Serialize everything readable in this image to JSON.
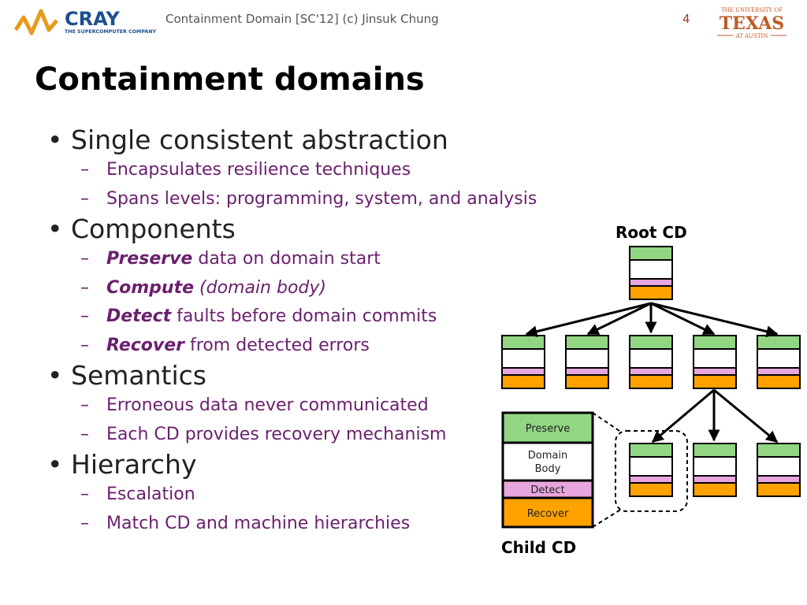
{
  "header": {
    "org_name": "CRAY",
    "org_tagline": "THE SUPERCOMPUTER COMPANY",
    "title": "Containment Domain [SC'12] (c) Jinsuk Chung",
    "page_number": "4",
    "university": {
      "line1": "THE UNIVERSITY OF",
      "line2": "TEXAS",
      "line3": "AT AUSTIN"
    }
  },
  "slide": {
    "title": "Containment domains",
    "bullets": [
      {
        "text": "Single consistent abstraction",
        "sub": [
          "Encapsulates resilience techniques",
          "Spans levels: programming, system, and analysis"
        ]
      },
      {
        "text": "Components",
        "sub": [
          {
            "kw": "Preserve",
            "rest": " data on domain start"
          },
          {
            "kw": "Compute",
            "rest": " (domain body)"
          },
          {
            "kw": "Detect",
            "rest": " faults before domain commits"
          },
          {
            "kw": "Recover",
            "rest": " from detected errors"
          }
        ]
      },
      {
        "text": "Semantics",
        "sub": [
          "Erroneous data never communicated",
          "Each CD provides recovery mechanism"
        ]
      },
      {
        "text": "Hierarchy",
        "sub": [
          "Escalation",
          "Match CD and machine hierarchies"
        ]
      }
    ]
  },
  "diagram": {
    "root_label": "Root CD",
    "child_label": "Child CD",
    "legend": {
      "preserve": "Preserve",
      "body_line1": "Domain",
      "body_line2": "Body",
      "detect": "Detect",
      "recover": "Recover"
    },
    "colors": {
      "preserve": "#92d684",
      "body": "#ffffff",
      "detect": "#e8a6de",
      "recover": "#ffa200",
      "outline": "#000000"
    }
  }
}
